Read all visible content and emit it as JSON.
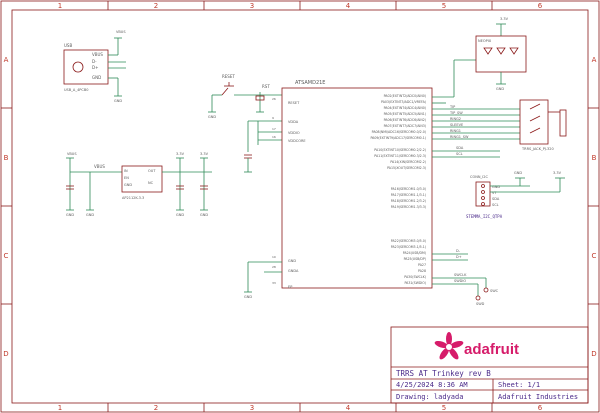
{
  "frame": {
    "columns": [
      "1",
      "2",
      "3",
      "4",
      "5",
      "6"
    ],
    "rows": [
      "A",
      "B",
      "C",
      "D"
    ]
  },
  "title_block": {
    "title": "TRRS AT Trinkey rev B",
    "date": "4/25/2024 8:36 AM",
    "sheet": "Sheet: 1/1",
    "drawing": "Drawing: ladyada",
    "company": "Adafruit Industries",
    "logo": "adafruit"
  },
  "usb": {
    "ref": "USB",
    "pins": [
      "VBUS",
      "D-",
      "D+",
      "GND"
    ],
    "part": "USB_A_4PCB0",
    "vbus_label": "VBUS",
    "gnd": "GND"
  },
  "reset": {
    "ref": "RESET",
    "net": "RST",
    "gnd": "GND"
  },
  "regulator": {
    "ref": "U2",
    "in_label": "VBUS",
    "pins": [
      "IN",
      "EN",
      "GND",
      "OUT",
      "NC"
    ],
    "part": "AP2112K-3.3",
    "rails": [
      "VBUS",
      "3.3V",
      "3.3V"
    ],
    "gnd": "GND"
  },
  "mcu": {
    "ref": "ATSAMD21E",
    "left_pins": [
      "RESET",
      "VDDA",
      "VDDIO",
      "VDDCORE",
      "GND",
      "GNDA",
      "EP"
    ],
    "left_nums": [
      "26",
      "9",
      "17",
      "16",
      "10",
      "28",
      "33"
    ],
    "right_pins": [
      "PA02(EXTINT2/ADC0/AIN0)",
      "PA03(EXTINT3/ADC1/VREFA)",
      "PA04(EXTINT4/ADC4/AIN0)",
      "PA05(EXTINT5/ADC5/AIN1)",
      "PA06(EXTINT6/ADC6/AIN2)",
      "PA07(EXTINT7/ADC7/AIN3)",
      "PA08(NMI/ADC16/SERCOM0.0/2.0)",
      "PA09(EXTINT9/ADC17/SERCOM0.1)",
      "PA10(EXTINT10/SERCOM0.2/2.2)",
      "PA11(EXTINT11/SERCOM0.3/2.3)",
      "PA14(XIN/SERCOM2.2)",
      "PA15(XOUT/SERCOM2.3)",
      "PA16(SERCOM1.0/3.0)",
      "PA17(SERCOM1.1/3.1)",
      "PA18(SERCOM1.2/3.2)",
      "PA19(SERCOM1.3/3.3)",
      "PA22(SERCOM3.0/5.0)",
      "PA23(SERCOM3.1/5.1)",
      "PA24(USB/DM)",
      "PA25(USB/DP)",
      "PA27",
      "PA28",
      "PA30(SWCLK)",
      "PA31(SWDIO)"
    ],
    "right_nets": [
      "SDA",
      "SCL",
      "SWCLK",
      "SWDIO"
    ],
    "gnd": "GND"
  },
  "led": {
    "ref": "NEOPIX",
    "rail": "3.3V",
    "gnd": "GND"
  },
  "jack": {
    "ref": "TRRS_JACK",
    "nets": [
      "TIP",
      "TIP_SW",
      "RING2",
      "SLEEVE",
      "RING1",
      "RING1_SW"
    ],
    "part": "TRRS_JACK_PJ-320"
  },
  "stemma": {
    "ref": "CONN_I2C",
    "pins": [
      "GND",
      "VT",
      "SDA",
      "SCL"
    ],
    "part": "STEMMA_I2C_QTPA",
    "rail": "3.3V",
    "gnd": "GND"
  },
  "swd": {
    "labels": [
      "SWD",
      "SWC"
    ]
  },
  "net_labels": [
    "SDA",
    "SCL",
    "D-",
    "D+"
  ]
}
